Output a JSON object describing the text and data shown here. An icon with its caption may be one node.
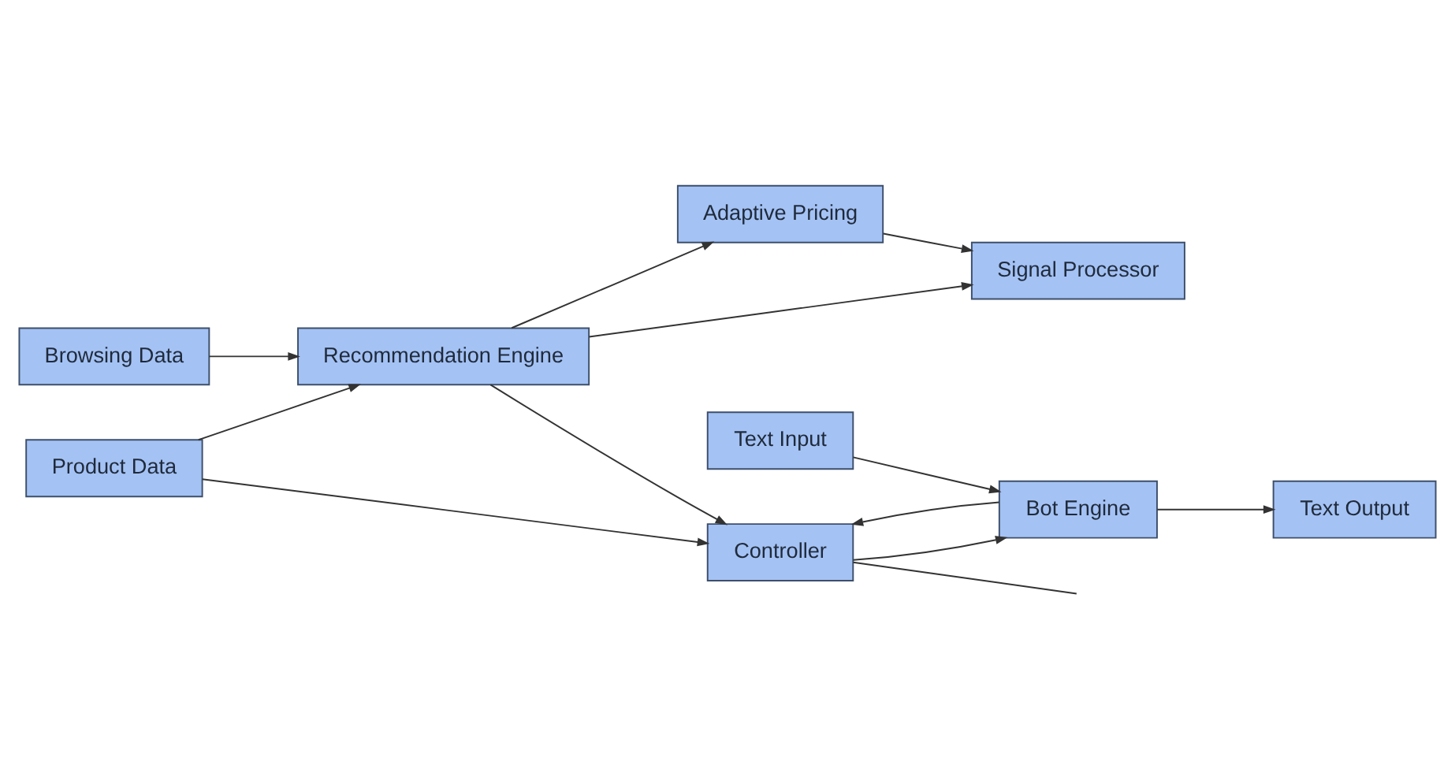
{
  "diagram": {
    "nodes": [
      {
        "text": [
          "Browsing Data"
        ]
      },
      {
        "text": [
          "Recommendation Engine"
        ]
      },
      {
        "text": [
          "Adaptive Pricing"
        ]
      },
      {
        "text": [
          "Signal Processor"
        ]
      },
      {
        "text": [
          "Text Input"
        ]
      },
      {
        "text": [
          "Bot Engine"
        ]
      },
      {
        "text": [
          "Controller"
        ]
      },
      {
        "text": [
          "Product Data"
        ]
      },
      {
        "text": [
          "Text Output"
        ]
      }
    ],
    "edges": [
      {
        "from": 0,
        "to": 1,
        "arrow": "to"
      },
      {
        "from": 1,
        "to": 2,
        "arrow": "to"
      },
      {
        "from": 1,
        "to": 3,
        "arrow": "to"
      },
      {
        "from": 2,
        "to": 3,
        "arrow": "to"
      },
      {
        "from": 1,
        "to": 6,
        "arrow": "to"
      },
      {
        "from": 7,
        "to": 1,
        "arrow": "to"
      },
      {
        "from": 4,
        "to": 5,
        "arrow": "to"
      },
      {
        "from": 5,
        "to": 6,
        "arrow": "to"
      },
      {
        "from": 6,
        "to": 5,
        "arrow": "to"
      },
      {
        "from": 5,
        "to": 8,
        "arrow": "to"
      },
      {
        "from": 7,
        "to": 6,
        "arrow": "to"
      },
      {
        "from": 6,
        "to": null,
        "arrow": "none"
      }
    ]
  }
}
